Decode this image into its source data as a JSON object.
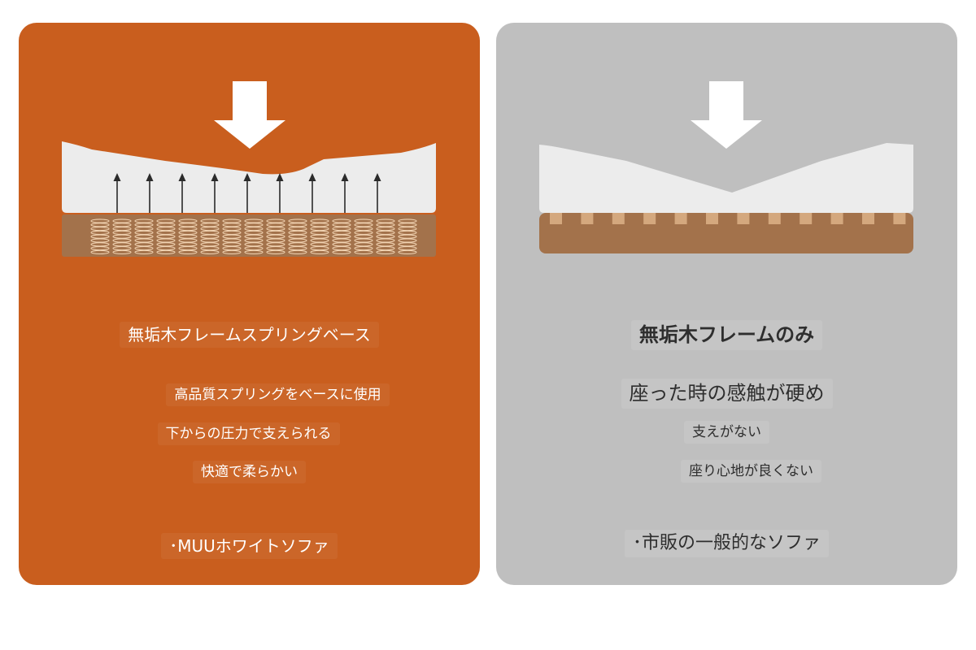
{
  "left_panel": {
    "title": "無垢木フレームスプリングベース",
    "features": [
      "高品質スプリングをベースに使用",
      "下からの圧力で支えられる",
      "快適で柔らかい"
    ],
    "product": "･MUUホワイトソファ",
    "colors": {
      "background": "#c95e1e",
      "cushion": "#ececec",
      "base": "#a3724b",
      "spring": "#f1d3b2",
      "arrow": "#ffffff"
    }
  },
  "right_panel": {
    "title": "無垢木フレームのみ",
    "headline": "座った時の感触が硬め",
    "features": [
      "支えがない",
      "座り心地が良くない"
    ],
    "product": "･市販の一般的なソファ",
    "colors": {
      "background": "#bfbfbf",
      "cushion": "#ececec",
      "base": "#a3724b",
      "slat": "#d4a87e",
      "arrow": "#ffffff"
    }
  },
  "icons": {
    "press_arrow": "down-arrow-icon",
    "support_arrows": "up-arrow-icon",
    "springs": "coil-spring-icon"
  }
}
